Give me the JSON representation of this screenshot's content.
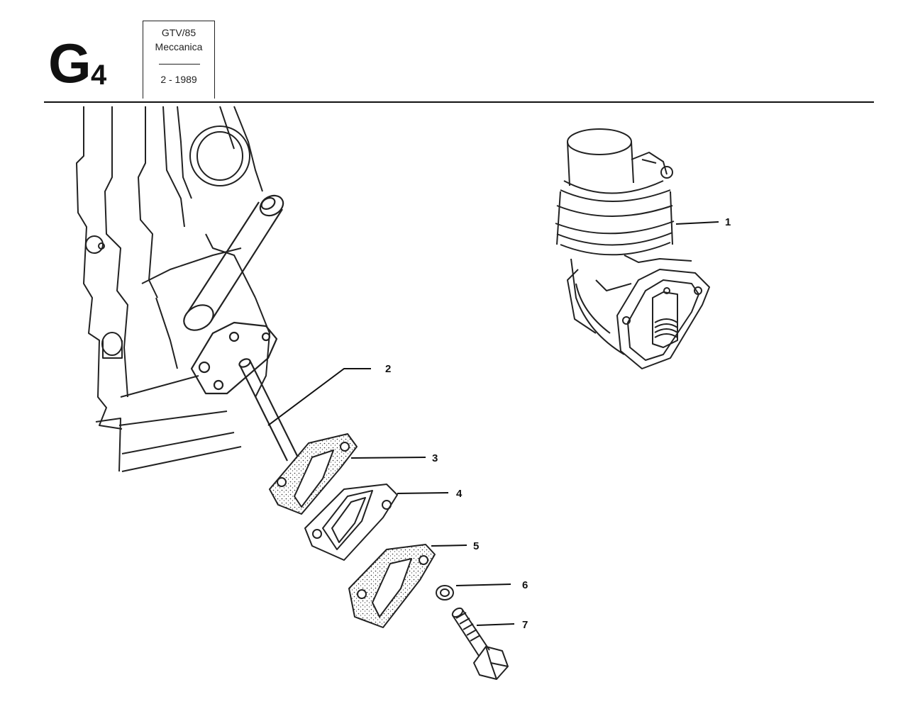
{
  "header": {
    "section_letter": "G",
    "section_number": "4",
    "model": "GTV/85",
    "section_name": "Meccanica",
    "date": "2 - 1989"
  },
  "callouts": [
    {
      "label": "1"
    },
    {
      "label": "2"
    },
    {
      "label": "3"
    },
    {
      "label": "4"
    },
    {
      "label": "5"
    },
    {
      "label": "6"
    },
    {
      "label": "7"
    }
  ]
}
